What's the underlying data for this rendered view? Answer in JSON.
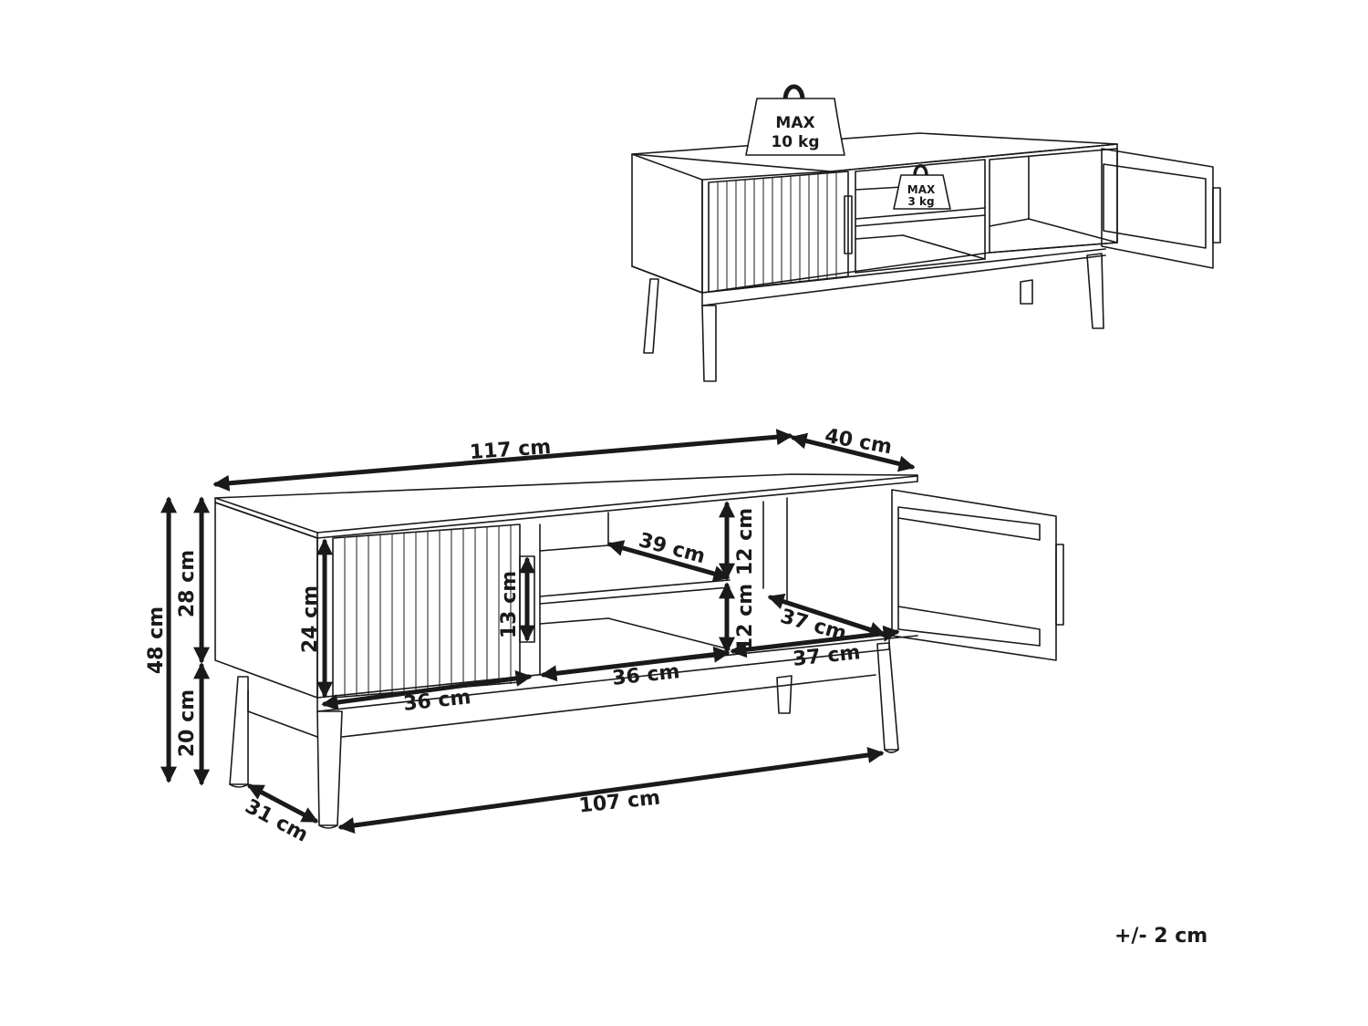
{
  "weights": {
    "top": {
      "line1": "MAX",
      "line2": "10 kg"
    },
    "shelf": {
      "line1": "MAX",
      "line2": "3 kg"
    }
  },
  "dimensions": {
    "length": "117 cm",
    "depth": "40 cm",
    "total_height": "48 cm",
    "body_height": "28 cm",
    "leg_height": "20 cm",
    "door_height": "24 cm",
    "handle_height": "13 cm",
    "door_width": "36 cm",
    "open_width": "36 cm",
    "shelf_depth": "39 cm",
    "upper_clearance": "12 cm",
    "lower_clearance": "12 cm",
    "cabinet_depth": "37 cm",
    "cabinet_width": "37 cm",
    "leg_span": "107 cm",
    "leg_depth": "31 cm"
  },
  "tolerance": "+/- 2 cm"
}
